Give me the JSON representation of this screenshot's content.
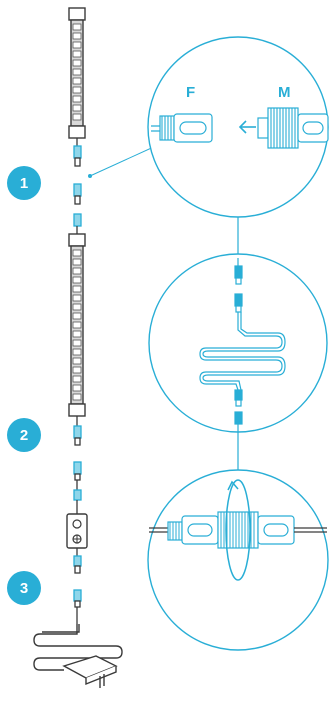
{
  "steps": [
    {
      "number": "1"
    },
    {
      "number": "2"
    },
    {
      "number": "3"
    }
  ],
  "connector_labels": {
    "female": "F",
    "male": "M"
  },
  "colors": {
    "accent": "#29aed6",
    "line": "#3a3a3a",
    "strip_fill": "#d9d9d9",
    "led": "#b7b7b7"
  },
  "icons": [
    "led-strip-icon",
    "connector-plug-icon",
    "switch-box-icon",
    "power-adapter-icon",
    "push-arrow-icon",
    "rotate-arrow-icon"
  ]
}
